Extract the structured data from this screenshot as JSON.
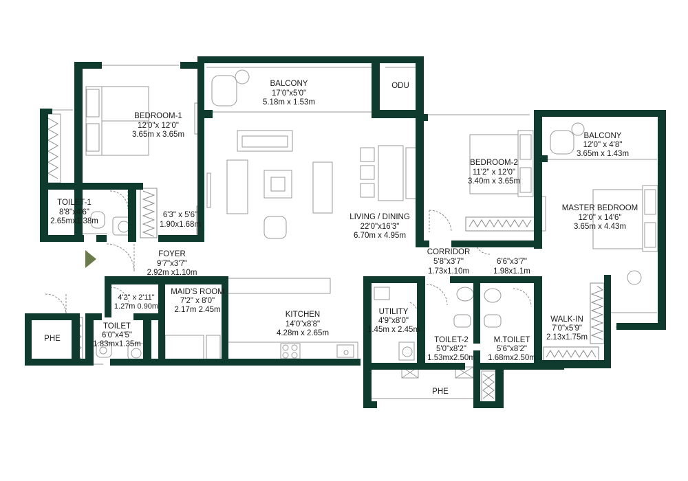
{
  "colors": {
    "wall": "#0f3b2e",
    "entry_arrow": "#6b7a4a",
    "furniture": "#9a9a9a"
  },
  "entry_marker": "entry-arrow-icon",
  "rooms": {
    "balcony_top": {
      "name": "BALCONY",
      "imperial": "17'0\"x5'0\"",
      "metric": "5.18m x 1.53m"
    },
    "odu": {
      "name": "ODU"
    },
    "bedroom1": {
      "name": "BEDROOM-1",
      "imperial": "12'0\"x 12'0\"",
      "metric": "3.65m x 3.65m"
    },
    "toilet1": {
      "name": "TOILET-1",
      "imperial": "8'8\"x4'6\"",
      "metric": "2.65mx1.38m"
    },
    "dress1": {
      "imperial": "6'3\" x 5'6\"",
      "metric": "1.90x1.68m"
    },
    "living": {
      "name": "LIVING / DINING",
      "imperial": "22'0\"x16'3\"",
      "metric": "6.70m x 4.95m"
    },
    "foyer": {
      "name": "FOYER",
      "imperial": "9'7\"x3'7\"",
      "metric": "2.92m x1.10m"
    },
    "bedroom2": {
      "name": "BEDROOM-2",
      "imperial": "11'2\" x 12'0\"",
      "metric": "3.40m x 3.65m"
    },
    "balcony_right": {
      "name": "BALCONY",
      "imperial": "12'0\" x 4'8\"",
      "metric": "3.65m x 1.43m"
    },
    "master": {
      "name": "MASTER BEDROOM",
      "imperial": "12'0\" x 14'6\"",
      "metric": "3.65m x 4.43m"
    },
    "corridor": {
      "name": "CORRIDOR",
      "imperial": "5'8\"x3'7\"",
      "metric": "1.73x1.10m"
    },
    "passage": {
      "imperial": "6'6\"x3'7\"",
      "metric": "1.98x1.1m"
    },
    "maid_store": {
      "imperial": "4'2\" x 2'11\"",
      "metric": "1.27m  0.90m"
    },
    "maid": {
      "name": "MAID'S ROOM",
      "imperial": "7'2\" x 8'0\"",
      "metric": "2.17m  2.45m"
    },
    "kitchen": {
      "name": "KITCHEN",
      "imperial": "14'0\"x8'8\"",
      "metric": "4.28m x 2.65m"
    },
    "utility": {
      "name": "UTILITY",
      "imperial": "4'9\"x8'0\"",
      "metric": "1.45m x 2.45m"
    },
    "toilet2": {
      "name": "TOILET-2",
      "imperial": "5'0\"x8'2\"",
      "metric": "1.53mx2.50m"
    },
    "mtoilet": {
      "name": "M.TOILET",
      "imperial": "5'6\"x8'2\"",
      "metric": "1.68mx2.50m"
    },
    "walkin": {
      "name": "WALK-IN",
      "imperial": "7'0\"x5'9\"",
      "metric": "2.13x1.75m"
    },
    "phe_left": {
      "name": "PHE"
    },
    "toilet_maid": {
      "name": "TOILET",
      "imperial": "6'0\"x4'5\"",
      "metric": "1.83mx1.35m"
    },
    "phe_bottom": {
      "name": "PHE"
    }
  }
}
